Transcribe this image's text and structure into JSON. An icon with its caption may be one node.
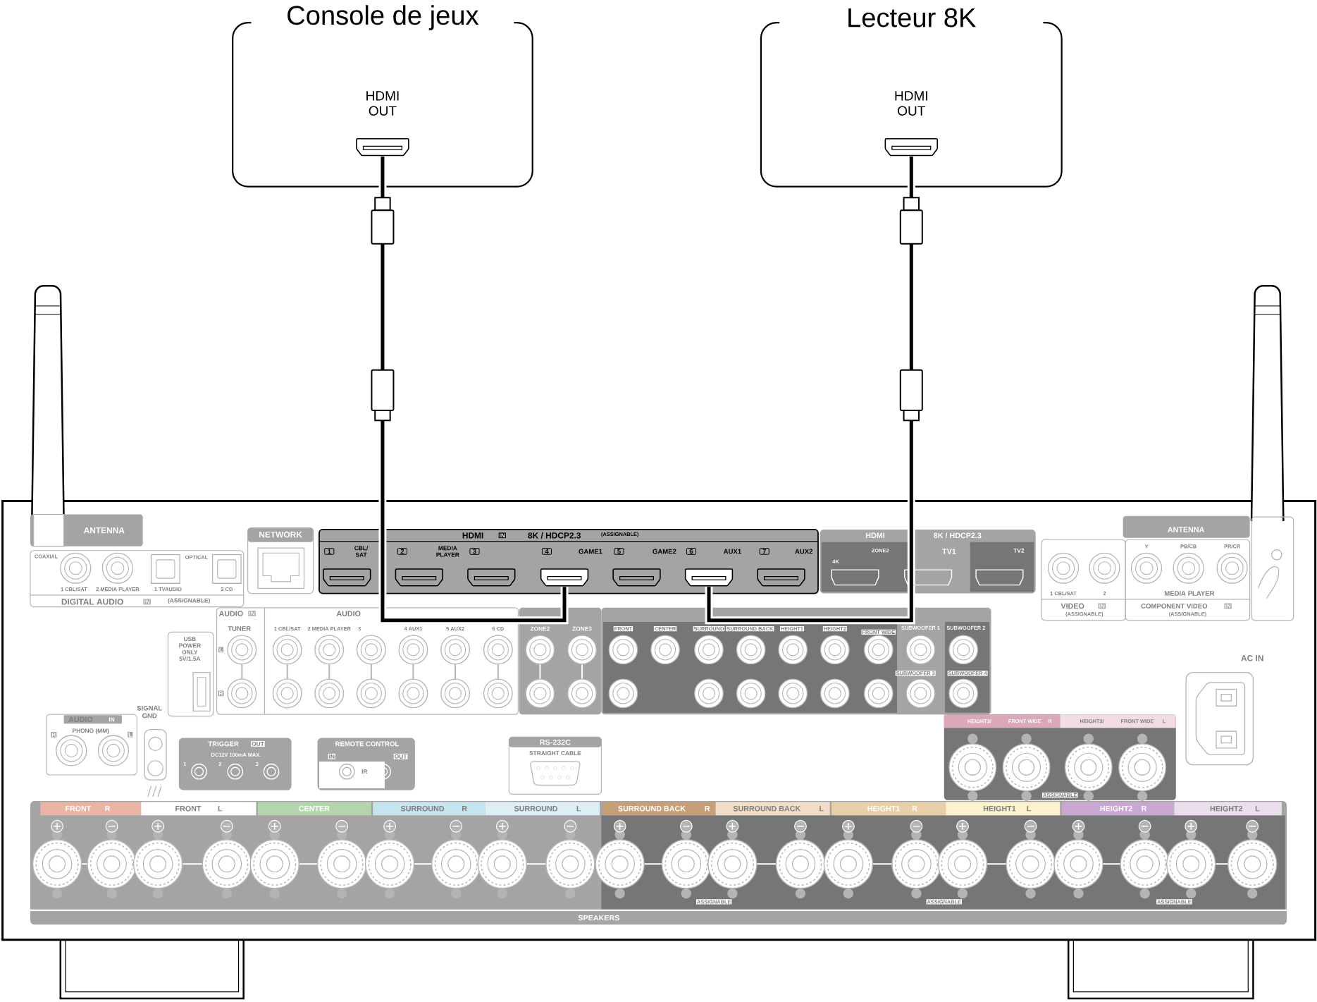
{
  "diagram": {
    "nodes": [
      {
        "text": [
          "Console de jeux",
          "HDMI OUT"
        ]
      },
      {
        "text": [
          "Lecteur 8K",
          "HDMI OUT"
        ]
      },
      {
        "text": [],
        "shape": "box",
        "in": 0
      },
      {
        "text": [],
        "shape": "box",
        "in": 1
      },
      {
        "text": [
          "HDMI",
          "IN",
          "8K / HDCP2.3",
          "(ASSIGNABLE)",
          "1",
          "CBL/ SAT",
          "2",
          "MEDIA PLAYER",
          "3",
          "4",
          "GAME1",
          "5",
          "GAME2",
          "6",
          "AUX1",
          "7",
          "AUX2"
        ]
      },
      {
        "text": [],
        "shape": "box",
        "in": 4
      },
      {
        "text": [],
        "shape": "box",
        "in": 4
      },
      {
        "text": [],
        "shape": "box",
        "in": 4
      },
      {
        "text": [],
        "shape": "box",
        "in": 4
      },
      {
        "text": [],
        "shape": "box",
        "in": 4
      },
      {
        "text": [],
        "shape": "box",
        "in": 4
      },
      {
        "text": [],
        "shape": "box",
        "in": 4
      }
    ],
    "edges": [
      {
        "from": 2,
        "to": 8,
        "arrow": "none"
      },
      {
        "from": 3,
        "to": 10,
        "arrow": "none"
      }
    ],
    "labels": [
      "ANTENNA",
      "COAXIAL",
      "OPTICAL",
      "1 CBL/SAT",
      "2 MEDIA PLAYER",
      "1 TVAUDIO",
      "2 CD",
      "DIGITAL AUDIO",
      "IN",
      "(ASSIGNABLE)",
      "NETWORK",
      "AUDIO",
      "IN",
      "TUNER",
      "L",
      "R",
      "AUDIO",
      "1 CBL/SAT",
      "2 MEDIA PLAYER",
      "3",
      "4 AUX1",
      "5 AUX2",
      "6 CD",
      "ZONE2",
      "ZONE3",
      "USB POWER ONLY 5V/1.5A",
      "SIGNAL GND",
      "AUDIO",
      "IN",
      "PHONO (MM)",
      "R",
      "L",
      "TRIGGER",
      "OUT",
      "DC12V 100mA MAX.",
      "1",
      "2",
      "3",
      "REMOTE CONTROL",
      "IN",
      "IR",
      "OUT",
      "RS-232C",
      "STRAIGHT CABLE",
      "FRONT",
      "CENTER",
      "SURROUND",
      "SURROUND BACK",
      "HEIGHT1",
      "HEIGHT2",
      "FRONT WIDE",
      "SUBWOOFER 1",
      "SUBWOOFER 2",
      "SUBWOOFER 3",
      "SUBWOOFER 4",
      "HDMI",
      "8K / HDCP2.3",
      "4K",
      "ZONE2",
      "TV1",
      "TV2",
      "ANTENNA",
      "1 CBL/SAT",
      "2",
      "VIDEO",
      "IN",
      "(ASSIGNABLE)",
      "Y",
      "PB/CB",
      "PR/CR",
      "MEDIA PLAYER",
      "COMPONENT VIDEO",
      "IN",
      "(ASSIGNABLE)",
      "AC IN",
      "HEIGHT3/",
      "FRONT WIDE",
      "R",
      "HEIGHT3/",
      "FRONT WIDE",
      "L",
      "ASSIGNABLE",
      "FRONT",
      "R",
      "FRONT",
      "L",
      "CENTER",
      "SURROUND",
      "R",
      "SURROUND",
      "L",
      "SURROUND BACK",
      "R",
      "SURROUND BACK",
      "L",
      "HEIGHT1",
      "R",
      "HEIGHT1",
      "L",
      "HEIGHT2",
      "R",
      "HEIGHT2",
      "L",
      "ASSIGNABLE",
      "ASSIGNABLE",
      "ASSIGNABLE",
      "SPEAKERS"
    ]
  }
}
